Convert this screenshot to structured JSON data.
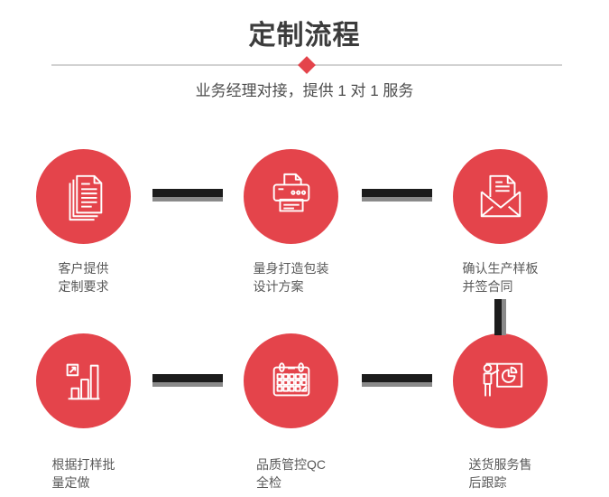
{
  "header": {
    "title": "定制流程",
    "subtitle": "业务经理对接，提供 1 对 1 服务"
  },
  "colors": {
    "accent_red": "#e4444b",
    "connector_dark": "#1c1c1c",
    "connector_gray": "#8a8a8a",
    "divider_line": "#d2d2d2",
    "title_text": "#3c3c3c",
    "label_text": "#595959",
    "icon_stroke": "#ffffff"
  },
  "steps": [
    {
      "icon": "documents-icon",
      "lines": [
        "客户提供",
        "定制要求"
      ]
    },
    {
      "icon": "printer-icon",
      "lines": [
        "量身打造包装",
        "设计方案"
      ]
    },
    {
      "icon": "envelope-icon",
      "lines": [
        "确认生产样板",
        "并签合同"
      ]
    },
    {
      "icon": "bar-chart-icon",
      "lines": [
        "根据打样批",
        "量定做"
      ]
    },
    {
      "icon": "calendar-icon",
      "lines": [
        "品质管控QC",
        "全检"
      ]
    },
    {
      "icon": "presenter-icon",
      "lines": [
        "送货服务售",
        "后跟踪"
      ]
    }
  ]
}
